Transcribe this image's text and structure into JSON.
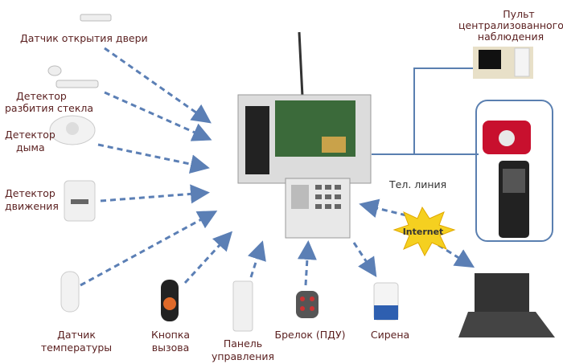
{
  "labels": {
    "door_sensor": "Датчик открытия двери",
    "glass_detector_1": "Детектор",
    "glass_detector_2": "разбития стекла",
    "smoke_detector_1": "Детектор",
    "smoke_detector_2": "дыма",
    "motion_detector_1": "Детектор",
    "motion_detector_2": "движения",
    "temp_sensor_1": "Датчик",
    "temp_sensor_2": "температуры",
    "call_button_1": "Кнопка",
    "call_button_2": "вызова",
    "control_panel_1": "Панель",
    "control_panel_2": "управления",
    "keyfob": "Брелок (ПДУ)",
    "siren": "Сирена",
    "monitoring_1": "Пульт",
    "monitoring_2": "централизованного",
    "monitoring_3": "наблюдения",
    "phone_line": "Тел. линия",
    "internet": "Internet"
  },
  "colors": {
    "arrow": "#5b7fb5",
    "line": "#5a7fb0",
    "label": "#5a1f1f",
    "internet_star": "#f5d020"
  }
}
